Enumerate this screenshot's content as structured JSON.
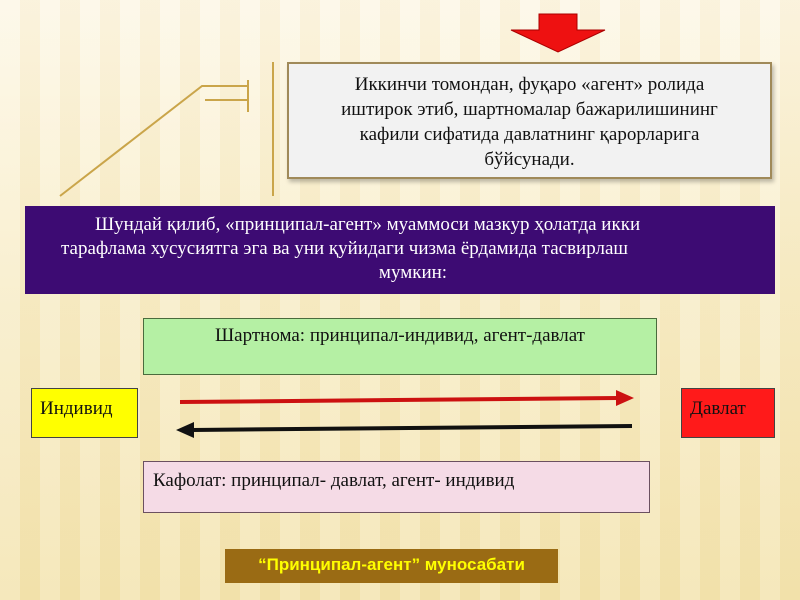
{
  "top_box": {
    "lines": [
      "Иккинчи томондан, фуқаро «агент» ролида",
      "иштирок этиб, шартномалар бажарилишининг",
      "кафили сифатида давлатнинг қарорларига",
      "бўйсунади."
    ]
  },
  "intro": {
    "lines": [
      "Шундай қилиб, «принципал-агент» муаммоси мазкур ҳолатда икки",
      "тарафлама хусусиятга эга ва уни қуйидаги чизма ёрдамида тасвирлаш",
      "мумкин:"
    ]
  },
  "diagram": {
    "contract_label": "Шартнома: принципал-индивид, агент-давлат",
    "individual_label": "Индивид",
    "state_label": "Давлат",
    "guarantee_label": "Кафолат: принципал- давлат, агент- индивид",
    "caption": "“Принципал-агент” муносабати"
  },
  "colors": {
    "purple_band": "#3d0b73",
    "contract_box": "#b5f0a4",
    "individual_box": "#ffff00",
    "state_box": "#ff1a1a",
    "guarantee_box": "#f5dbe6",
    "caption_bg": "#9a6b14",
    "caption_text": "#ffff00",
    "arrow_right": "#cc1111",
    "arrow_left": "#111111"
  }
}
